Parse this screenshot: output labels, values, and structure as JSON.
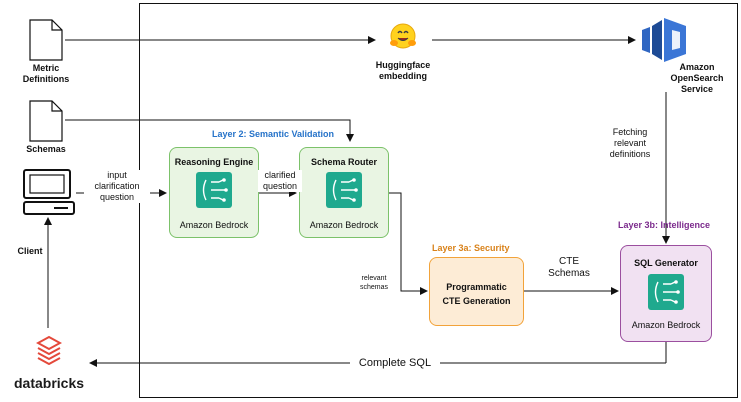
{
  "inputs": {
    "metric_definitions": "Metric\nDefinitions",
    "schemas": "Schemas",
    "client": "Client",
    "databricks": "databricks"
  },
  "embedding": {
    "label": "Huggingface\nembedding"
  },
  "opensearch": {
    "label": "Amazon\nOpenSearch\nService"
  },
  "layers": {
    "layer2": "Layer 2: Semantic Validation",
    "layer3a": "Layer 3a: Security",
    "layer3b": "Layer 3b: Intelligence"
  },
  "nodes": {
    "reasoning": {
      "title": "Reasoning Engine",
      "sub": "Amazon Bedrock"
    },
    "router": {
      "title": "Schema Router",
      "sub": "Amazon Bedrock"
    },
    "cte": {
      "title": "Programmatic\nCTE Generation"
    },
    "sql": {
      "title": "SQL Generator",
      "sub": "Amazon Bedrock"
    }
  },
  "edges": {
    "input_clarification": "input\nclarification\nquestion",
    "clarified_question": "clarified\nquestion",
    "relevant_schemas": "relevant\nschemas",
    "cte_schemas": "CTE\nSchemas",
    "fetching_definitions": "Fetching\nrelevant\ndefinitions",
    "complete_sql": "Complete SQL"
  },
  "colors": {
    "green_fill": "#e9f5e3",
    "green_border": "#7cc26a",
    "orange_fill": "#fdecd6",
    "orange_border": "#f2a33a",
    "purple_fill": "#f1e1f2",
    "purple_border": "#9b4f9f",
    "bedrock": "#1fa98e",
    "blue_label": "#2673c9",
    "orange_label": "#d9821a",
    "purple_label": "#7b2a8c",
    "aws_blue": "#2f66c2",
    "databricks_red": "#e4493b"
  }
}
